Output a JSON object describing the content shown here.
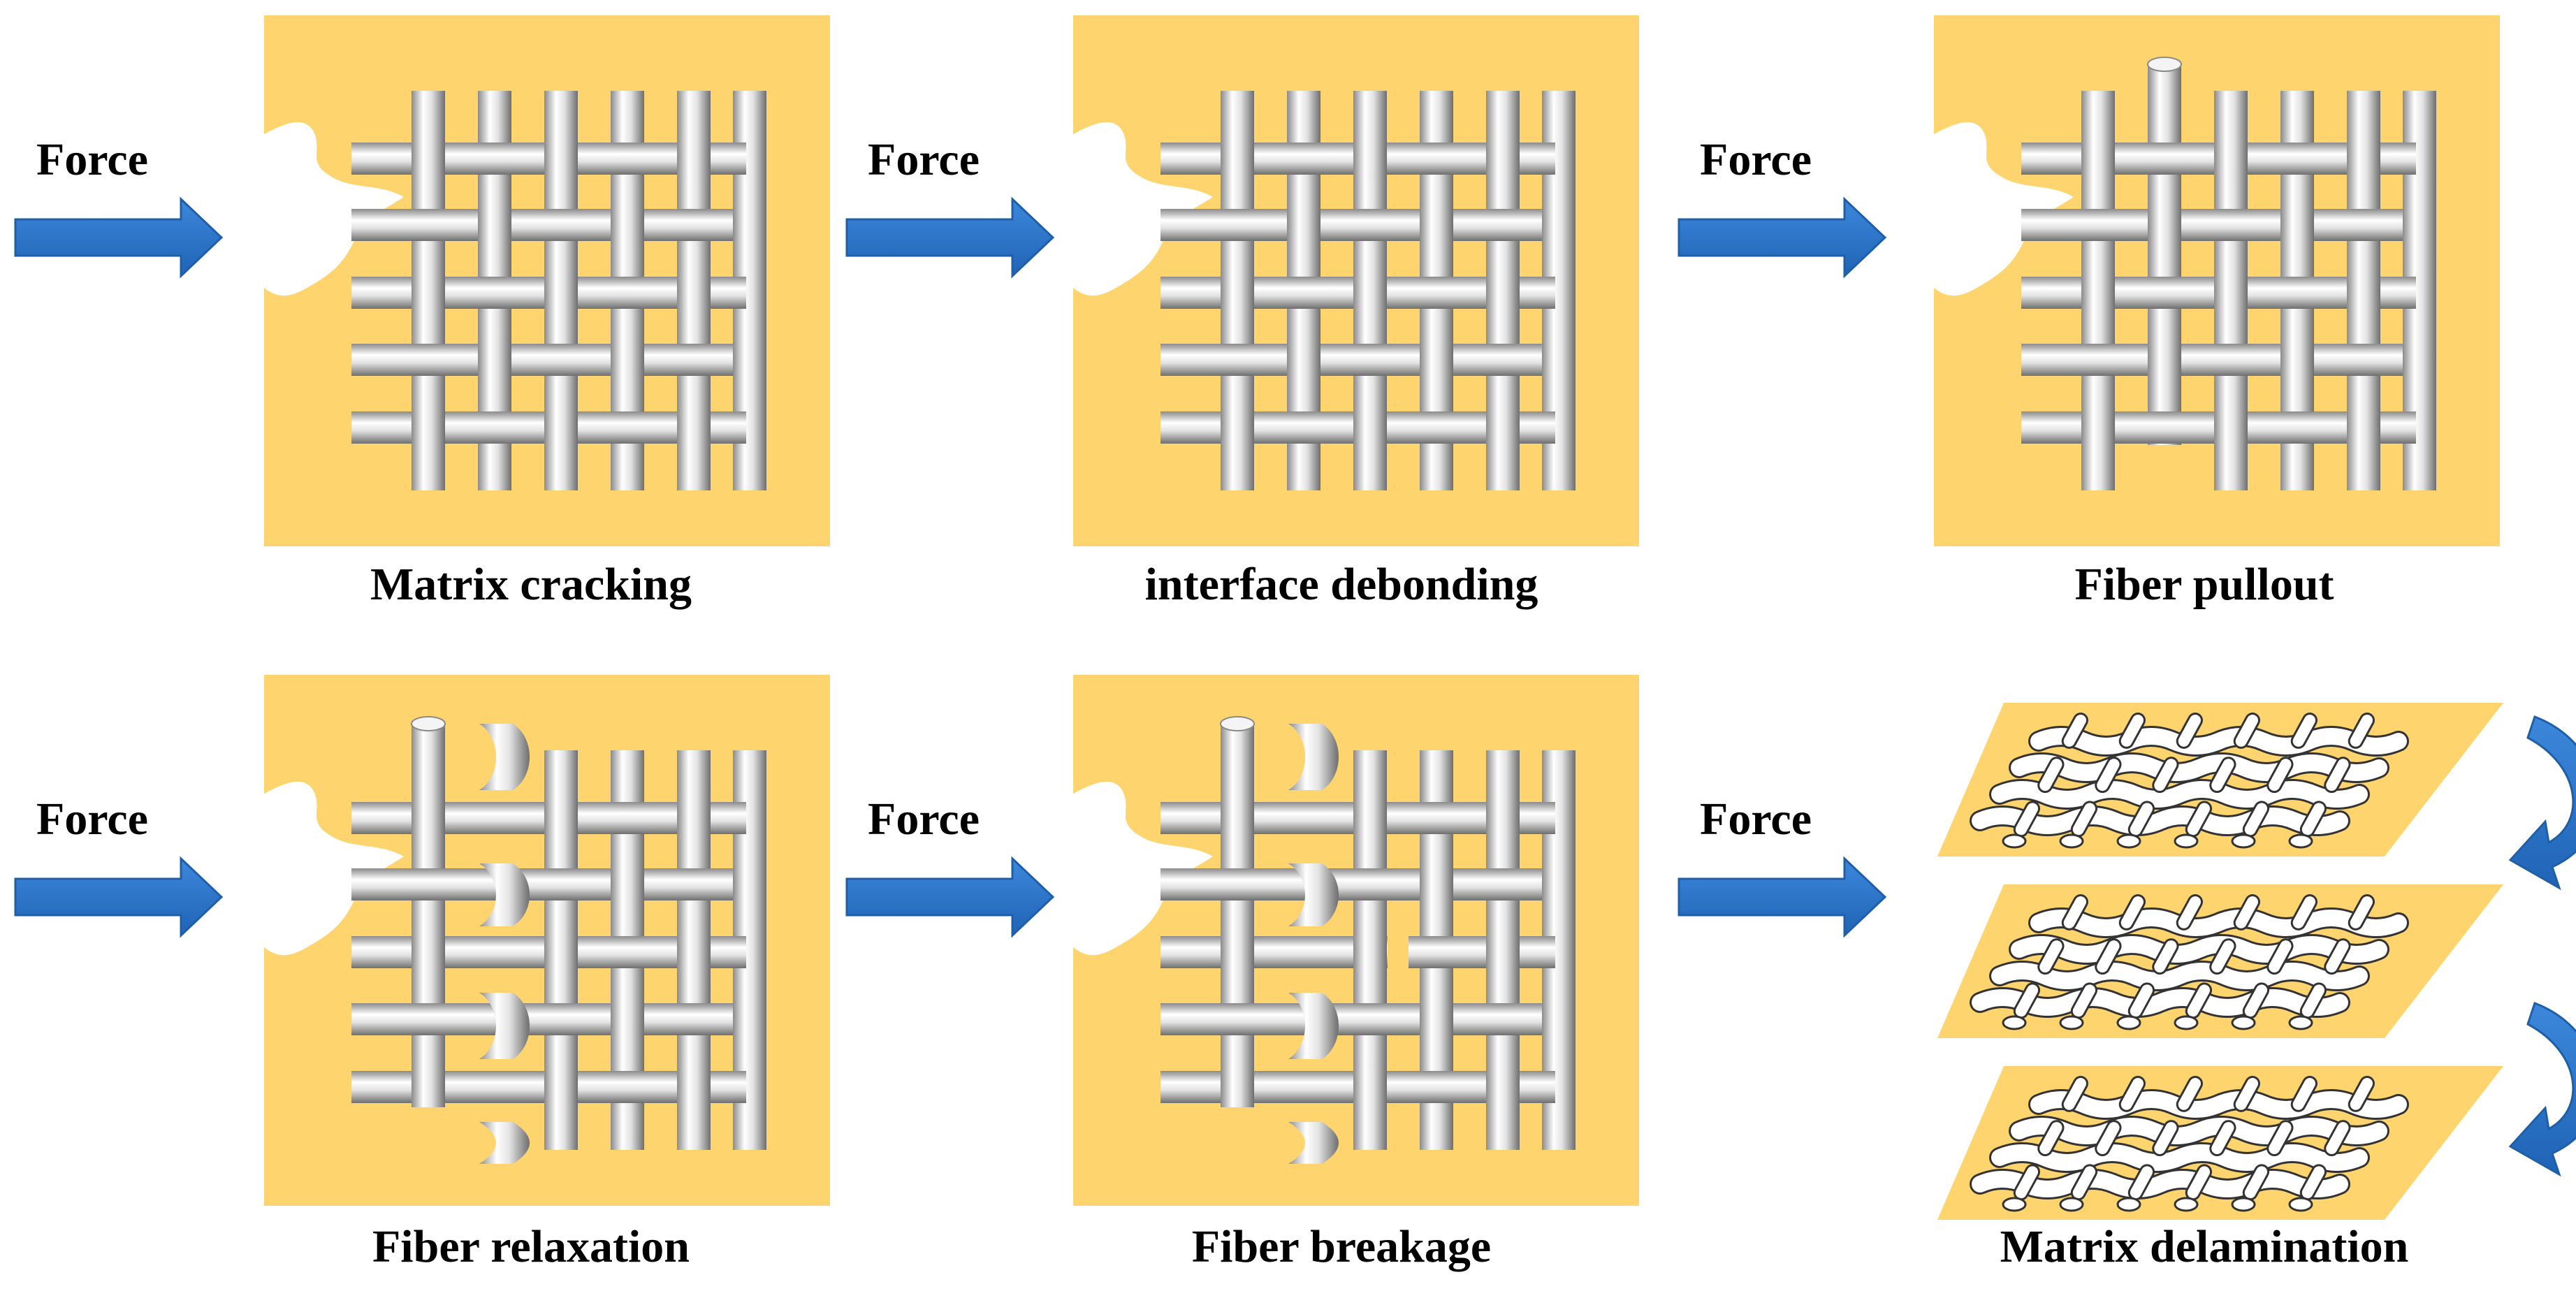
{
  "colors": {
    "matrix": "#FED46E",
    "arrow": "#2673CB",
    "arrow_edge": "#1E5FA8",
    "fiber_light": "#FFFFFF",
    "fiber_dark": "#7A7A7A",
    "crack": "#FFFFFF"
  },
  "arrow_label": "Force",
  "panels": [
    {
      "id": "matrix-cracking",
      "caption": "Matrix cracking",
      "mode": "cracking"
    },
    {
      "id": "interface-debonding",
      "caption": "interface debonding",
      "mode": "debonding"
    },
    {
      "id": "fiber-pullout",
      "caption": "Fiber pullout",
      "mode": "pullout"
    },
    {
      "id": "fiber-relaxation",
      "caption": "Fiber relaxation",
      "mode": "relaxation"
    },
    {
      "id": "fiber-breakage",
      "caption": "Fiber  breakage",
      "mode": "breakage"
    },
    {
      "id": "matrix-delamination",
      "caption": "Matrix  delamination",
      "mode": "delamination"
    }
  ]
}
